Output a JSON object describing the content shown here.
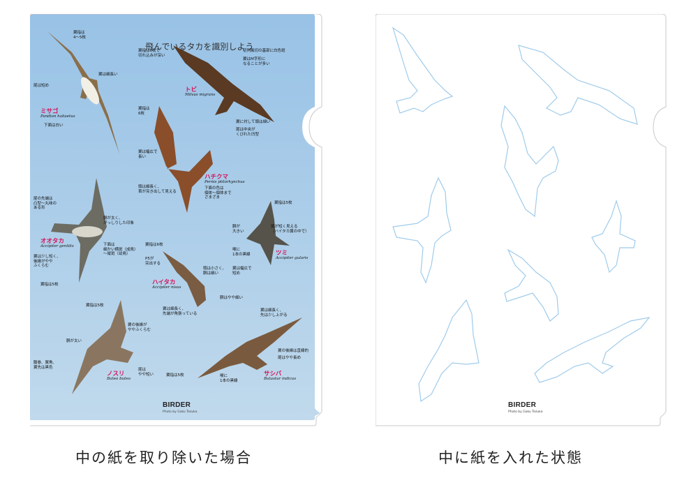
{
  "folder_left": {
    "title": "飛んでいるタカを識別しよう",
    "brand": "BIRDER",
    "credit": "Photo by Gaku Tezuka",
    "species": [
      {
        "ja": "ミサゴ",
        "la": "Pandion haliaetus"
      },
      {
        "ja": "トビ",
        "la": "Milvus migrans"
      },
      {
        "ja": "ハチクマ",
        "la": "Pernis ptilorhynchus"
      },
      {
        "ja": "オオタカ",
        "la": "Accipiter gentilis"
      },
      {
        "ja": "ツミ",
        "la": "Accipiter gularis"
      },
      {
        "ja": "ハイタカ",
        "la": "Accipiter nisus"
      },
      {
        "ja": "ノスリ",
        "la": "Buteo buteo"
      },
      {
        "ja": "サシバ",
        "la": "Butastur indicus"
      }
    ],
    "labels": [
      "翼指は\n4～5枚",
      "翼は細長い",
      "尾は短め",
      "下面は白い",
      "翼指は6枚で\n切れ込みが深い",
      "初列風切の基部に白色斑",
      "翼はM字形に\nなることが多い",
      "翼に対して頭は細い",
      "尾は中央が\nくびれた凹型",
      "翼指は\n6枚",
      "翼は幅広で\n長い",
      "頭は細長く、\n首が突き出して見える",
      "下面の色は\n個体～個体まで\nさまざま",
      "尾の先端は\n凸型～丸味の\nある形",
      "胴が太く、\nがっしりした印象",
      "下面は\n細かい横斑（成鳥）\n～縦斑（幼鳥）",
      "翼は少し短く、\n後縁がやや\nふくらむ",
      "翼指は5枚",
      "翼指は5枚",
      "胴が\n大きい",
      "尾が短く見える\n（ハイタカ属の中で）",
      "喉に\n1本の黒線",
      "翼は幅広で\n短め",
      "翼指は6枚",
      "P5が\n突出する",
      "頭は小さく、\n胴は細い",
      "翼は細長く、\n先端が角張っている",
      "胴はやや細い",
      "翼指は5枚",
      "翼の後縁が\nややふくらむ",
      "胴が太い",
      "腹巻、翼角、\n翼先は黒色",
      "尾は\nやや短い",
      "翼は細長く、\n先は少し上がる",
      "翼の後縁は直線的",
      "尾はやや長め",
      "喉に\n1本の黒線",
      "翼指は5枚"
    ]
  },
  "folder_right": {
    "brand": "BIRDER",
    "credit": "Photo by Gaku Tezuka"
  },
  "captions": {
    "left": "中の紙を取り除いた場合",
    "right": "中に紙を入れた状態"
  },
  "colors": {
    "sheet_blue": "#a9cbe6",
    "outline_blue": "#9fcbea",
    "accent_red": "#d4145a"
  }
}
